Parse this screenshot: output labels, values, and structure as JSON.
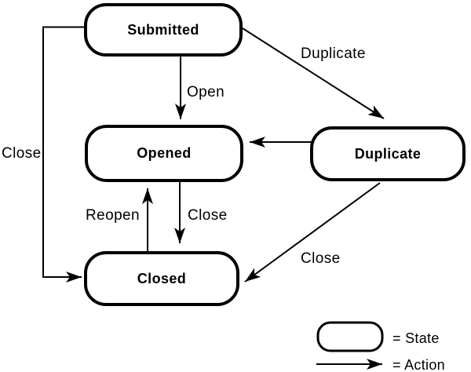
{
  "diagram": {
    "type": "state-diagram",
    "nodes": [
      {
        "id": "submitted",
        "label": "Submitted"
      },
      {
        "id": "opened",
        "label": "Opened"
      },
      {
        "id": "duplicate",
        "label": "Duplicate"
      },
      {
        "id": "closed",
        "label": "Closed"
      }
    ],
    "edges": [
      {
        "from": "Submitted",
        "to": "Opened",
        "label": "Open"
      },
      {
        "from": "Submitted",
        "to": "Duplicate",
        "label": "Duplicate"
      },
      {
        "from": "Duplicate",
        "to": "Opened",
        "label": ""
      },
      {
        "from": "Opened",
        "to": "Closed",
        "label": "Close"
      },
      {
        "from": "Closed",
        "to": "Opened",
        "label": "Reopen"
      },
      {
        "from": "Submitted",
        "to": "Closed",
        "label": "Close"
      },
      {
        "from": "Duplicate",
        "to": "Closed",
        "label": "Close"
      }
    ],
    "legend": {
      "state": "= State",
      "action": "= Action"
    }
  },
  "colors": {
    "stroke": "#000000",
    "node_fill": "#ffffff",
    "background": "#ffffff"
  }
}
